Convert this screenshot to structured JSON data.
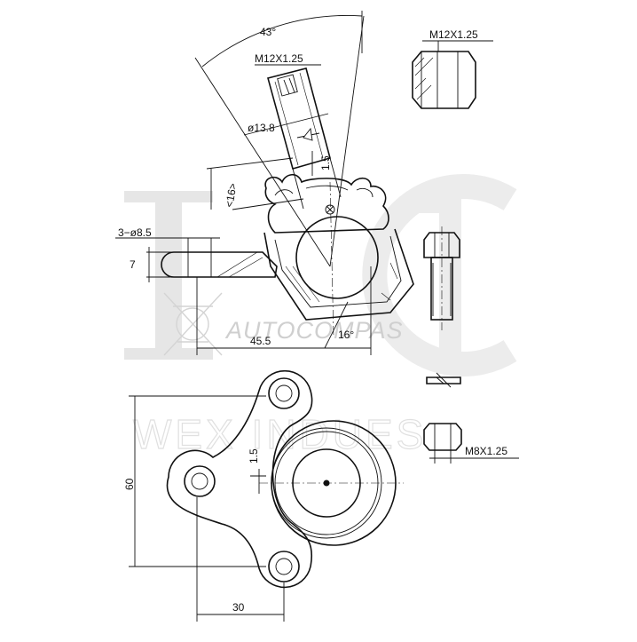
{
  "watermark": {
    "brand": "AUTOCOMPAS",
    "sub": "WEX INDUES"
  },
  "dimensions": {
    "angle_cone": "43°",
    "thread_stud": "M12X1.25",
    "thread_nut": "M12X1.25",
    "diam_stud": "ø13.8",
    "offset_top": "1.5",
    "length_stud": "<16>",
    "holes": "3−ø8.5",
    "flange_thk": "7",
    "center_dist": "45.5",
    "tilt_angle": "16°",
    "offset_plan": "1.5",
    "height_plan": "60",
    "width_plan": "30",
    "thread_bolt_nut": "M8X1.25"
  }
}
